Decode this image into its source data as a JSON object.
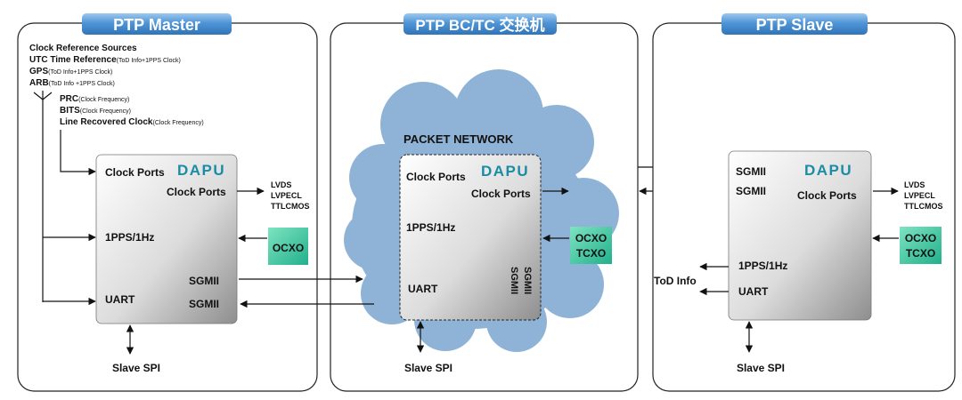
{
  "panels": {
    "master": {
      "title": "PTP Master",
      "sources": {
        "heading": "Clock Reference Sources",
        "utc": "UTC Time Reference",
        "utc_note": "(ToD Info+1PPS Clock)",
        "gps": "GPS",
        "gps_note": "(ToD Info+1PPS Clock)",
        "arb": "ARB",
        "arb_note": "(ToD Info +1PPS Clock)",
        "prc": "PRC",
        "prc_note": "(Clock Frequency)",
        "bits": "BITS",
        "bits_note": "(Clock Frequency)",
        "line": "Line Recovered Clock",
        "line_note": "(Clock Frequency)"
      },
      "chip": {
        "logo": "DAPU",
        "clock_ports_in": "Clock Ports",
        "clock_ports_out": "Clock Ports",
        "pps": "1PPS/1Hz",
        "sgmii_1": "SGMII",
        "sgmii_2": "SGMII",
        "uart": "UART"
      },
      "outputs": [
        "LVDS",
        "LVPECL",
        "TTLCMOS"
      ],
      "oscillator": "OCXO",
      "spi": "Slave SPI"
    },
    "bc": {
      "title": "PTP BC/TC 交换机",
      "network": "PACKET NETWORK",
      "chip": {
        "logo": "DAPU",
        "clock_ports_in": "Clock Ports",
        "clock_ports_out": "Clock Ports",
        "pps": "1PPS/1Hz",
        "uart": "UART",
        "sgmii_1": "SGMII",
        "sgmii_2": "SGMII"
      },
      "oscillator_1": "OCXO",
      "oscillator_2": "TCXO",
      "spi": "Slave SPI"
    },
    "slave": {
      "title": "PTP Slave",
      "chip": {
        "logo": "DAPU",
        "sgmii_1": "SGMII",
        "sgmii_2": "SGMII",
        "clock_ports": "Clock Ports",
        "pps": "1PPS/1Hz",
        "uart": "UART"
      },
      "outputs": [
        "LVDS",
        "LVPECL",
        "TTLCMOS"
      ],
      "oscillator_1": "OCXO",
      "oscillator_2": "TCXO",
      "tod": "ToD Info",
      "spi": "Slave SPI"
    }
  },
  "colors": {
    "title_bar": "#4a90d2",
    "cloud": "#8fb3d6",
    "logo": "#1a8ca4",
    "osc_green": "#3cc9a0"
  }
}
